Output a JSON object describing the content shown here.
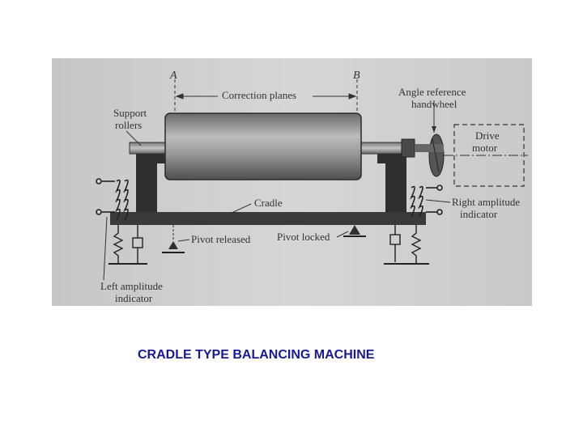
{
  "figure": {
    "labels": {
      "plane_a": "A",
      "plane_b": "B",
      "correction_planes": "Correction planes",
      "support_rollers_line1": "Support",
      "support_rollers_line2": "rollers",
      "angle_ref_line1": "Angle reference",
      "angle_ref_line2": "handwheel",
      "drive_line1": "Drive",
      "drive_line2": "motor",
      "cradle": "Cradle",
      "right_amp_line1": "Right amplitude",
      "right_amp_line2": "indicator",
      "pivot_released": "Pivot released",
      "pivot_locked": "Pivot locked",
      "left_amp_line1": "Left amplitude",
      "left_amp_line2": "indicator"
    },
    "colors": {
      "scan_background": "#cfcfcf",
      "rotor_dark": "#5a5a5a",
      "rotor_light": "#b8b8b8"
    }
  },
  "caption": "CRADLE TYPE BALANCING MACHINE",
  "caption_color": "#1a1a8a"
}
